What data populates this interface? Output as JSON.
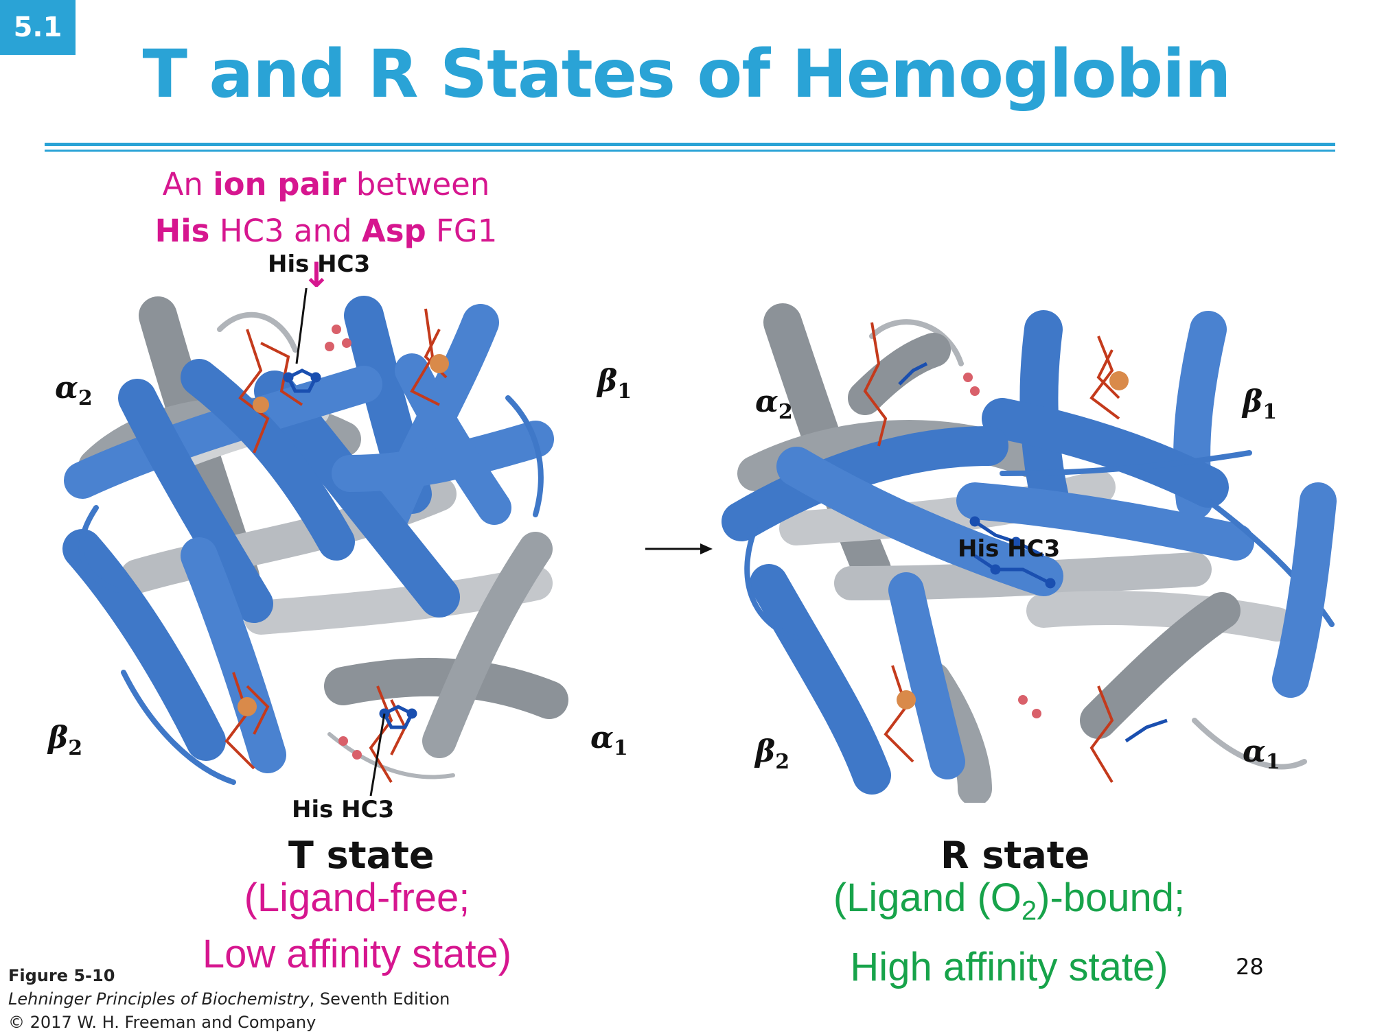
{
  "slide": {
    "section_number": "5.1",
    "title": "T and R States of Hemoglobin",
    "page_number": "28"
  },
  "callout": {
    "line1_prefix": "An ",
    "line1_bold": "ion pair",
    "line1_suffix": " between",
    "line2_bold1": "His",
    "line2_mid": " HC3 and ",
    "line2_bold2": "Asp",
    "line2_suffix": " FG1",
    "arrow": "↓"
  },
  "t_panel": {
    "subunits": {
      "alpha2": {
        "greek": "α",
        "index": "2"
      },
      "beta1": {
        "greek": "β",
        "index": "1"
      },
      "beta2": {
        "greek": "β",
        "index": "2"
      },
      "alpha1": {
        "greek": "α",
        "index": "1"
      }
    },
    "his_label_top": "His HC3",
    "his_label_bottom": "His HC3",
    "state_name": "T state",
    "desc_line1": "(Ligand-free;",
    "desc_line2": "Low affinity state)"
  },
  "r_panel": {
    "subunits": {
      "alpha2": {
        "greek": "α",
        "index": "2"
      },
      "beta1": {
        "greek": "β",
        "index": "1"
      },
      "beta2": {
        "greek": "β",
        "index": "2"
      },
      "alpha1": {
        "greek": "α",
        "index": "1"
      }
    },
    "his_label": "His HC3",
    "state_name": "R state",
    "desc_line1_pre": "(Ligand (O",
    "desc_line1_sub": "2",
    "desc_line1_post": ")-bound;",
    "desc_line2": "High affinity state)"
  },
  "caption": {
    "figure": "Figure 5-10",
    "book": "Lehninger Principles of Biochemistry",
    "edition": ", Seventh Edition",
    "copyright": "© 2017 W. H. Freeman and Company"
  },
  "colors": {
    "accent": "#2aa3d6",
    "magenta": "#d6168f",
    "green": "#17a34a",
    "helix_blue": "#3f78c8",
    "helix_gray": "#9aa0a6",
    "heme_red": "#c43a1c",
    "iron": "#d98a4a"
  }
}
